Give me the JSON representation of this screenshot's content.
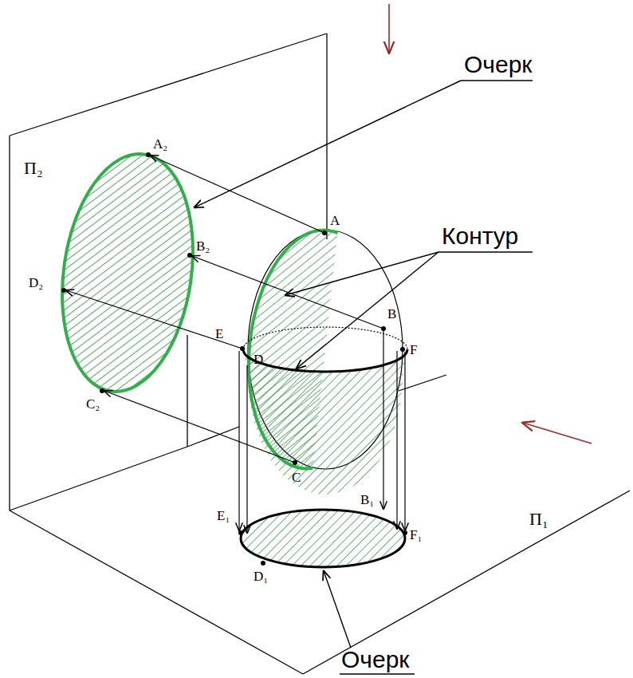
{
  "diagram": {
    "labels": [
      "Очерк",
      "A₂",
      "П₂",
      "B₂",
      "A",
      "Контур",
      "D₂",
      "E",
      "B",
      "D",
      "F",
      "C₂",
      "C",
      "E₁",
      "B₁",
      "F₁",
      "D₁",
      "П₁",
      "Очерк"
    ]
  }
}
